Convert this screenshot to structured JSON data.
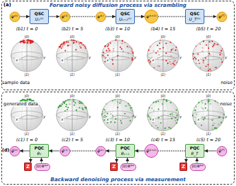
{
  "diagram": {
    "nodes": [
      {
        "text": [
          "(a)",
          "Forward noisy diffusion process via scrambling"
        ]
      },
      {
        "text": [
          "ψ⁽⁰⁾"
        ],
        "in": 0
      },
      {
        "text": [
          "QSC",
          "U₁⁽⁰⁾"
        ],
        "in": 0
      },
      {
        "text": [
          "ψ⁽¹⁾"
        ],
        "in": 0
      },
      {
        "text": [
          "ψ⁽ᵏ⁾"
        ],
        "in": 0
      },
      {
        "text": [
          "QSC",
          "Uₖ₊₁⁽⁰⁾"
        ],
        "in": 0
      },
      {
        "text": [
          "ψ⁽ᵏ⁺¹⁾"
        ],
        "in": 0
      },
      {
        "text": [
          "QSC",
          "U_T⁽⁰⁾"
        ],
        "in": 0
      },
      {
        "text": [
          "ψ⁽ᵀ⁾"
        ],
        "in": 0
      },
      {
        "text": [
          "Backward denoising process via measurement"
        ]
      },
      {
        "text": [
          "ψ̃⁽⁰⁾"
        ],
        "in": 9
      },
      {
        "text": [
          "PQC",
          "θ₁"
        ],
        "in": 9
      },
      {
        "text": [
          "Z"
        ],
        "in": 9
      },
      {
        "text": [
          "|0⟩⊗ᴺᴬ"
        ],
        "in": 9
      },
      {
        "text": [
          "ψ̃⁽¹⁾"
        ],
        "in": 9
      },
      {
        "text": [
          "ψ̃⁽ᵏ⁾"
        ],
        "in": 9
      },
      {
        "text": [
          "PQC",
          "θₖ₊₁"
        ],
        "in": 9
      },
      {
        "text": [
          "Z"
        ],
        "in": 9
      },
      {
        "text": [
          "|0⟩⊗ᴺᴬ"
        ],
        "in": 9
      },
      {
        "text": [
          "ψ̃⁽ᵏ⁺¹⁾"
        ],
        "in": 9
      },
      {
        "text": [
          "PQC",
          "θ_T"
        ],
        "in": 9
      },
      {
        "text": [
          "Z"
        ],
        "in": 9
      },
      {
        "text": [
          "|0⟩⊗ᴺᴬ"
        ],
        "in": 9
      },
      {
        "text": [
          "ψ̃⁽ᵀ⁾"
        ],
        "in": 9
      }
    ],
    "edges": [
      {
        "from": 1,
        "to": 2,
        "arrow": "to"
      },
      {
        "from": 2,
        "to": 3,
        "arrow": "to"
      },
      {
        "from": 3,
        "to": 4,
        "arrow": "none"
      },
      {
        "from": 4,
        "to": 5,
        "arrow": "to"
      },
      {
        "from": 5,
        "to": 6,
        "arrow": "to"
      },
      {
        "from": 6,
        "to": 7,
        "arrow": "none"
      },
      {
        "from": 7,
        "to": 8,
        "arrow": "to"
      },
      {
        "from": 14,
        "to": 11,
        "arrow": "to"
      },
      {
        "from": 11,
        "to": 10,
        "arrow": "to"
      },
      {
        "from": 11,
        "to": 12,
        "arrow": "to"
      },
      {
        "from": 13,
        "to": 11,
        "arrow": "to"
      },
      {
        "from": 15,
        "to": 14,
        "arrow": "none"
      },
      {
        "from": 19,
        "to": 16,
        "arrow": "to"
      },
      {
        "from": 16,
        "to": 15,
        "arrow": "to"
      },
      {
        "from": 16,
        "to": 17,
        "arrow": "to"
      },
      {
        "from": 18,
        "to": 16,
        "arrow": "to"
      },
      {
        "from": 20,
        "to": 19,
        "arrow": "none"
      },
      {
        "from": 23,
        "to": 20,
        "arrow": "to"
      },
      {
        "from": 20,
        "to": 21,
        "arrow": "to"
      },
      {
        "from": 22,
        "to": 20,
        "arrow": "to"
      }
    ],
    "labels": [
      "(b1) t = 0",
      "(b2) t = 5",
      "(b3) t = 10",
      "(b4) t = 15",
      "(b5) t = 20",
      "sample data",
      "noise",
      "(c1) t = 0",
      "(c2) t = 5",
      "(c3) t = 10",
      "(c4) t = 15",
      "(c5) t = 20",
      "generated data",
      "noise",
      "(d)",
      "|0⟩",
      "x",
      "y",
      "|1⟩",
      "|0⟩",
      "x",
      "y",
      "|1⟩",
      "|0⟩",
      "x",
      "y",
      "|1⟩",
      "|0⟩",
      "x",
      "y",
      "|1⟩",
      "|0⟩",
      "x",
      "y",
      "|1⟩",
      "|0⟩",
      "x",
      "y",
      "|1⟩",
      "|0⟩",
      "x",
      "y",
      "|1⟩",
      "|0⟩",
      "x",
      "y",
      "|1⟩",
      "|0⟩",
      "x",
      "y",
      "|1⟩",
      "|0⟩",
      "x",
      "y",
      "|1⟩"
    ]
  }
}
